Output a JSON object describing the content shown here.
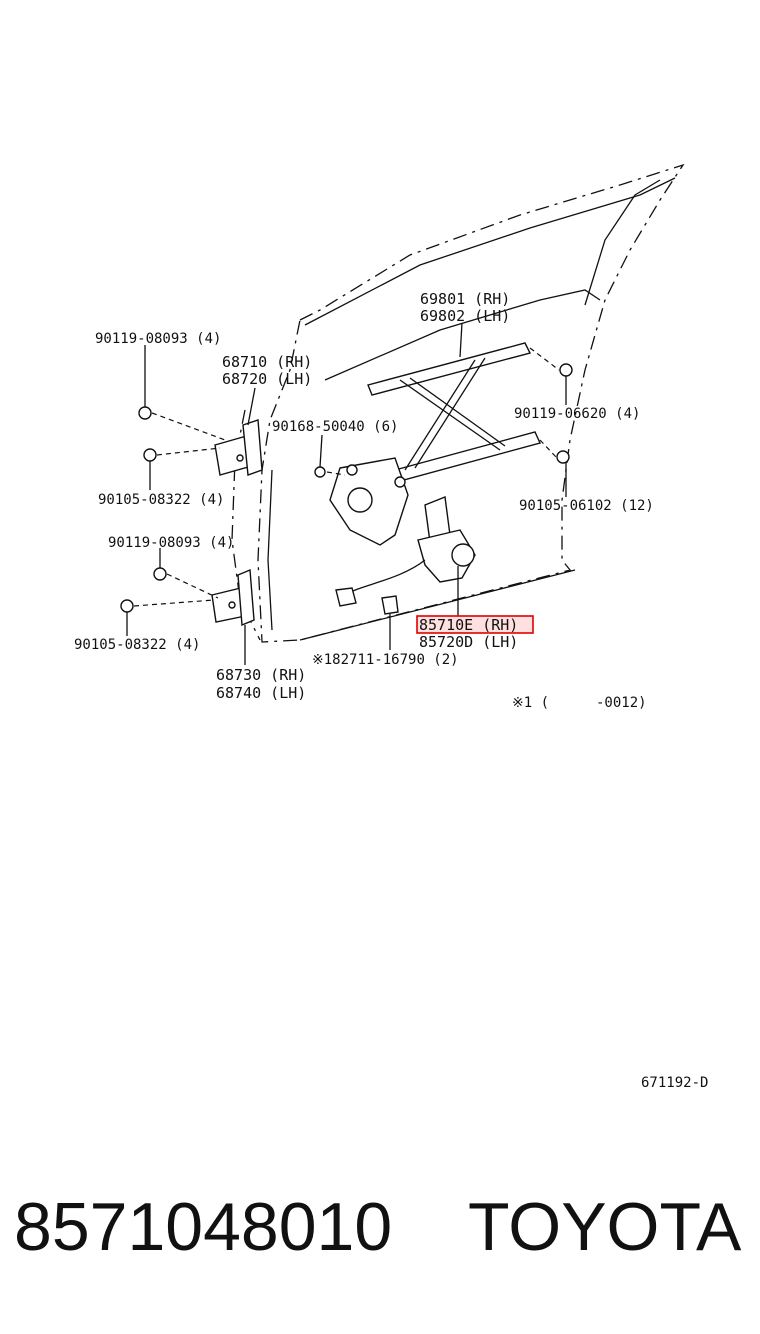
{
  "labels": {
    "bolt_top_left": "90119-08093 (4)",
    "hinge_upper_rh": "68710 (RH)",
    "hinge_upper_lh": "68720 (LH)",
    "regulator_rh": "69801 (RH)",
    "regulator_lh": "69802 (LH)",
    "screw_mid": "90168-50040 (6)",
    "bolt_right_upper": "90119-06620 (4)",
    "bolt_hinge_upper": "90105-08322 (4)",
    "bolt_right_lower": "90105-06102 (12)",
    "bolt_left_lower": "90119-08093 (4)",
    "bolt_hinge_lower": "90105-08322 (4)",
    "motor_rh": "85710E (RH)",
    "motor_lh": "85720D (LH)",
    "clip": "※182711-16790 (2)",
    "hinge_lower_rh": "68730 (RH)",
    "hinge_lower_lh": "68740 (LH)",
    "note_prefix": "※1 (",
    "note_suffix": "-0012)",
    "diagram_code": "671192-D"
  },
  "footer": {
    "part_number": "8571048010",
    "brand": "TOYOTA"
  },
  "colors": {
    "highlight_border": "#e00000",
    "highlight_fill": "#ffe0e0",
    "ink": "#111111"
  }
}
